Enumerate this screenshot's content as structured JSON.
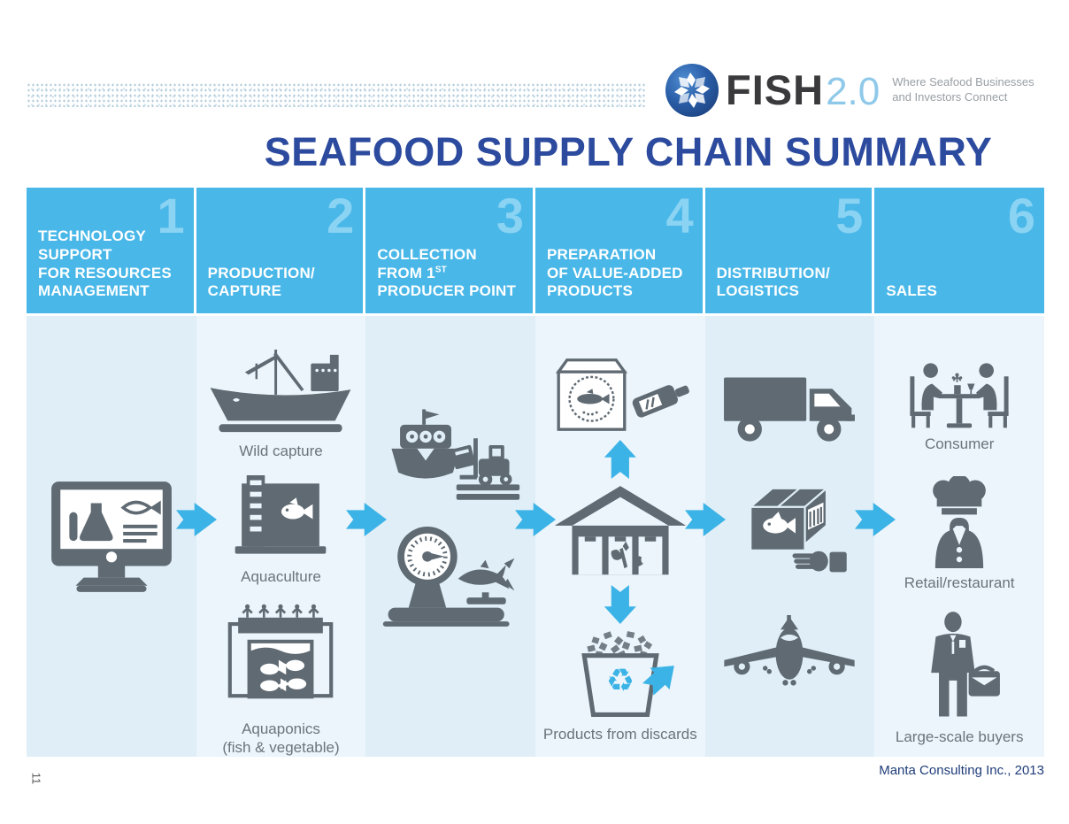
{
  "logo": {
    "brand": "FISH",
    "version": "2.0",
    "tagline_line1": "Where Seafood Businesses",
    "tagline_line2": "and Investors Connect",
    "mark": "fish-globe-icon"
  },
  "title": "SEAFOOD SUPPLY CHAIN SUMMARY",
  "footer": {
    "credit": "Manta Consulting Inc., 2013",
    "page_number": "11"
  },
  "colors": {
    "header_blue": "#49b7e8",
    "header_number_blue": "#8ad3f3",
    "arrow_blue": "#3cb3e6",
    "icon_gray": "#5f6a73",
    "title_navy": "#2c4a9e",
    "column_bg_odd": "#dfeef7",
    "column_bg_even": "#ecf5fb"
  },
  "glyphs": {
    "recycle": "♻"
  },
  "columns": [
    {
      "number": "1",
      "header_lines": [
        "TECHNOLOGY",
        "SUPPORT",
        "FOR RESOURCES",
        "MANAGEMENT"
      ],
      "items": [
        {
          "icon": "monitor-research-icon",
          "label": ""
        }
      ]
    },
    {
      "number": "2",
      "header_lines": [
        "PRODUCTION/",
        "CAPTURE"
      ],
      "items": [
        {
          "icon": "fishing-vessel-icon",
          "label": "Wild capture"
        },
        {
          "icon": "aquaculture-tank-icon",
          "label": "Aquaculture"
        },
        {
          "icon": "aquaponics-tank-icon",
          "label": "Aquaponics",
          "label2": "(fish & vegetable)"
        }
      ]
    },
    {
      "number": "3",
      "header": {
        "line1": "COLLECTION",
        "line2_prefix": "FROM 1",
        "line2_sup": "ST",
        "line3": "PRODUCER POINT"
      },
      "items": [
        {
          "icon": "dock-forklift-icon",
          "label": ""
        },
        {
          "icon": "weighing-scale-icon",
          "label": ""
        }
      ]
    },
    {
      "number": "4",
      "header_lines": [
        "PREPARATION",
        "OF VALUE-ADDED",
        "PRODUCTS"
      ],
      "items": [
        {
          "icon": "packaged-product-icon",
          "label": ""
        },
        {
          "icon": "up-arrow-icon",
          "label": ""
        },
        {
          "icon": "processing-warehouse-icon",
          "label": ""
        },
        {
          "icon": "down-arrow-icon",
          "label": ""
        },
        {
          "icon": "discard-bin-icon",
          "label": "Products from discards"
        }
      ]
    },
    {
      "number": "5",
      "header_lines": [
        "DISTRIBUTION/",
        "LOGISTICS"
      ],
      "items": [
        {
          "icon": "truck-icon",
          "label": ""
        },
        {
          "icon": "frozen-box-icon",
          "label": ""
        },
        {
          "icon": "airplane-icon",
          "label": ""
        }
      ]
    },
    {
      "number": "6",
      "header_lines": [
        "SALES"
      ],
      "items": [
        {
          "icon": "consumer-dining-icon",
          "label": "Consumer"
        },
        {
          "icon": "chef-icon",
          "label": "Retail/restaurant"
        },
        {
          "icon": "buyer-icon",
          "label": "Large-scale buyers"
        }
      ]
    }
  ]
}
